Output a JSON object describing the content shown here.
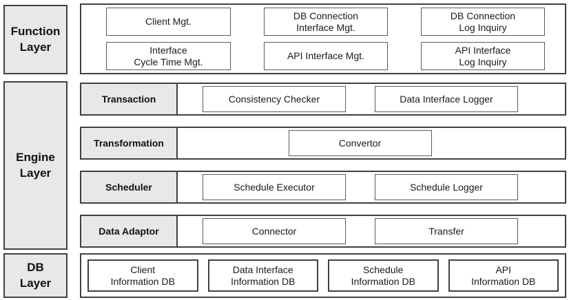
{
  "colors": {
    "label_fill": "#e8e8e8",
    "border_dark": "#404040",
    "border_inner": "#595959",
    "background": "#ffffff"
  },
  "function_layer": {
    "label": "Function\nLayer",
    "boxes": [
      "Client Mgt.",
      "DB Connection\nInterface Mgt.",
      "DB Connection\nLog Inquiry",
      "Interface\nCycle Time Mgt.",
      "API Interface Mgt.",
      "API Interface\nLog Inquiry"
    ]
  },
  "engine_layer": {
    "label": "Engine\nLayer",
    "rows": [
      {
        "name": "Transaction",
        "boxes": [
          "Consistency Checker",
          "Data Interface Logger"
        ]
      },
      {
        "name": "Transformation",
        "boxes": [
          "Convertor"
        ]
      },
      {
        "name": "Scheduler",
        "boxes": [
          "Schedule Executor",
          "Schedule Logger"
        ]
      },
      {
        "name": "Data Adaptor",
        "boxes": [
          "Connector",
          "Transfer"
        ]
      }
    ]
  },
  "db_layer": {
    "label": "DB\nLayer",
    "boxes": [
      "Client\nInformation DB",
      "Data Interface\nInformation DB",
      "Schedule\nInformation DB",
      "API\nInformation DB"
    ]
  }
}
